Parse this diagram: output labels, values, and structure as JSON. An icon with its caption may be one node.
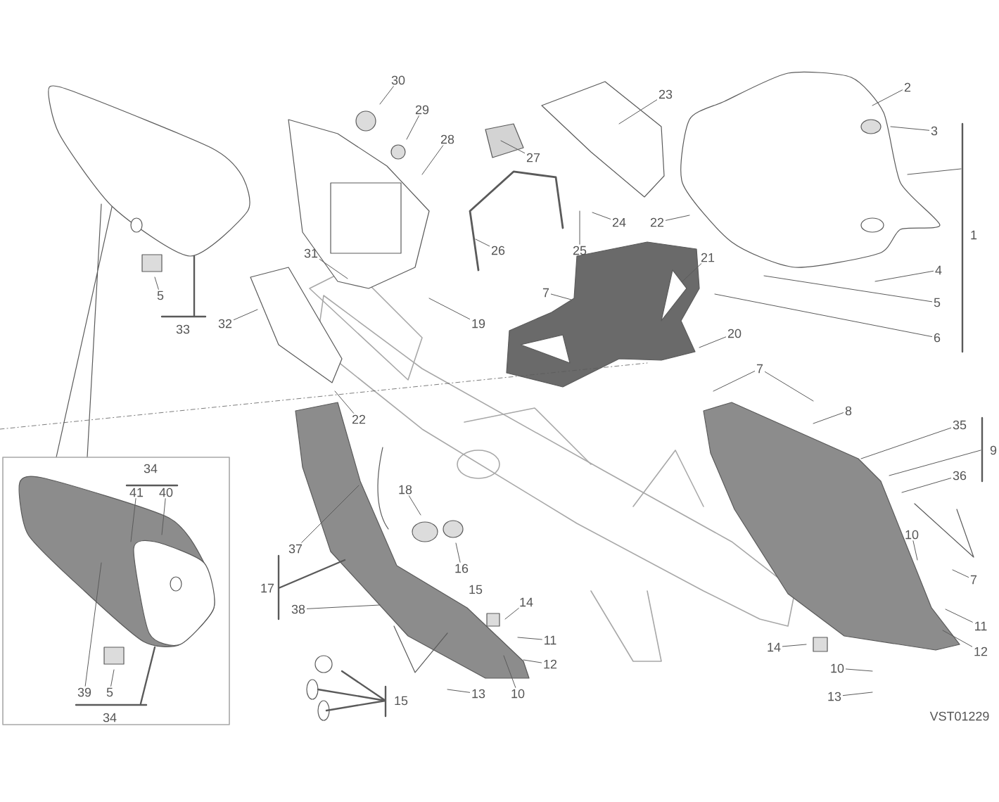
{
  "diagram": {
    "nodes": [
      {
        "text": [
          "2"
        ]
      },
      {
        "text": [
          "3"
        ]
      },
      {
        "text": [
          "1"
        ]
      },
      {
        "text": [
          "4"
        ]
      },
      {
        "text": [
          "5"
        ]
      },
      {
        "text": [
          "6"
        ]
      },
      {
        "text": [
          "23"
        ]
      },
      {
        "text": [
          "22"
        ]
      },
      {
        "text": [
          "21"
        ]
      },
      {
        "text": [
          "20"
        ]
      },
      {
        "text": [
          "24"
        ]
      },
      {
        "text": [
          "25"
        ]
      },
      {
        "text": [
          "26"
        ]
      },
      {
        "text": [
          "27"
        ]
      },
      {
        "text": [
          "28"
        ]
      },
      {
        "text": [
          "29"
        ]
      },
      {
        "text": [
          "30"
        ]
      },
      {
        "text": [
          "31"
        ]
      },
      {
        "text": [
          "32"
        ]
      },
      {
        "text": [
          "19"
        ]
      },
      {
        "text": [
          "7"
        ]
      },
      {
        "text": [
          "7"
        ]
      },
      {
        "text": [
          "8"
        ]
      },
      {
        "text": [
          "35"
        ]
      },
      {
        "text": [
          "9"
        ]
      },
      {
        "text": [
          "36"
        ]
      },
      {
        "text": [
          "10"
        ]
      },
      {
        "text": [
          "7"
        ]
      },
      {
        "text": [
          "11"
        ]
      },
      {
        "text": [
          "12"
        ]
      },
      {
        "text": [
          "14"
        ]
      },
      {
        "text": [
          "10"
        ]
      },
      {
        "text": [
          "13"
        ]
      },
      {
        "text": [
          "22"
        ]
      },
      {
        "text": [
          "18"
        ]
      },
      {
        "text": [
          "16"
        ]
      },
      {
        "text": [
          "15"
        ]
      },
      {
        "text": [
          "14"
        ]
      },
      {
        "text": [
          "11"
        ]
      },
      {
        "text": [
          "12"
        ]
      },
      {
        "text": [
          "13"
        ]
      },
      {
        "text": [
          "10"
        ]
      },
      {
        "text": [
          "15"
        ]
      },
      {
        "text": [
          "17"
        ]
      },
      {
        "text": [
          "37"
        ]
      },
      {
        "text": [
          "38"
        ]
      },
      {
        "text": [
          "34"
        ]
      },
      {
        "text": [
          "41"
        ]
      },
      {
        "text": [
          "40"
        ]
      },
      {
        "text": [
          "39"
        ]
      },
      {
        "text": [
          "5"
        ]
      },
      {
        "text": [
          "34"
        ]
      },
      {
        "text": [
          "5"
        ]
      },
      {
        "text": [
          "33"
        ]
      }
    ],
    "edges": [
      {
        "from": 0,
        "to": null,
        "arrow": "none"
      },
      {
        "from": 1,
        "to": null,
        "arrow": "none"
      },
      {
        "from": 3,
        "to": null,
        "arrow": "none"
      },
      {
        "from": 4,
        "to": null,
        "arrow": "none"
      },
      {
        "from": 5,
        "to": null,
        "arrow": "none"
      },
      {
        "from": 6,
        "to": null,
        "arrow": "none"
      },
      {
        "from": 7,
        "to": null,
        "arrow": "none"
      },
      {
        "from": 8,
        "to": null,
        "arrow": "none"
      },
      {
        "from": 9,
        "to": null,
        "arrow": "none"
      },
      {
        "from": 10,
        "to": null,
        "arrow": "none"
      },
      {
        "from": 11,
        "to": null,
        "arrow": "none"
      },
      {
        "from": 12,
        "to": null,
        "arrow": "none"
      },
      {
        "from": 13,
        "to": null,
        "arrow": "none"
      },
      {
        "from": 14,
        "to": null,
        "arrow": "none"
      },
      {
        "from": 15,
        "to": null,
        "arrow": "none"
      },
      {
        "from": 16,
        "to": null,
        "arrow": "none"
      },
      {
        "from": 17,
        "to": null,
        "arrow": "none"
      },
      {
        "from": 18,
        "to": null,
        "arrow": "none"
      },
      {
        "from": 19,
        "to": null,
        "arrow": "none"
      },
      {
        "from": 20,
        "to": null,
        "arrow": "none"
      },
      {
        "from": 21,
        "to": null,
        "arrow": "none"
      },
      {
        "from": 21,
        "to": null,
        "arrow": "none"
      },
      {
        "from": 22,
        "to": null,
        "arrow": "none"
      },
      {
        "from": 23,
        "to": null,
        "arrow": "none"
      },
      {
        "from": 25,
        "to": null,
        "arrow": "none"
      },
      {
        "from": 26,
        "to": null,
        "arrow": "none"
      },
      {
        "from": 27,
        "to": null,
        "arrow": "none"
      },
      {
        "from": 28,
        "to": null,
        "arrow": "none"
      },
      {
        "from": 29,
        "to": null,
        "arrow": "none"
      },
      {
        "from": 30,
        "to": null,
        "arrow": "none"
      },
      {
        "from": 31,
        "to": null,
        "arrow": "none"
      },
      {
        "from": 32,
        "to": null,
        "arrow": "none"
      },
      {
        "from": 33,
        "to": null,
        "arrow": "none"
      },
      {
        "from": 34,
        "to": null,
        "arrow": "none"
      },
      {
        "from": 35,
        "to": null,
        "arrow": "none"
      },
      {
        "from": 37,
        "to": null,
        "arrow": "none"
      },
      {
        "from": 38,
        "to": null,
        "arrow": "none"
      },
      {
        "from": 39,
        "to": null,
        "arrow": "none"
      },
      {
        "from": 40,
        "to": null,
        "arrow": "none"
      },
      {
        "from": 41,
        "to": null,
        "arrow": "none"
      },
      {
        "from": 44,
        "to": null,
        "arrow": "none"
      },
      {
        "from": 45,
        "to": null,
        "arrow": "none"
      },
      {
        "from": 47,
        "to": null,
        "arrow": "none"
      },
      {
        "from": 48,
        "to": null,
        "arrow": "none"
      },
      {
        "from": 49,
        "to": null,
        "arrow": "none"
      },
      {
        "from": 50,
        "to": null,
        "arrow": "none"
      },
      {
        "from": 52,
        "to": null,
        "arrow": "none"
      }
    ],
    "labels": [
      "VST01229"
    ]
  }
}
